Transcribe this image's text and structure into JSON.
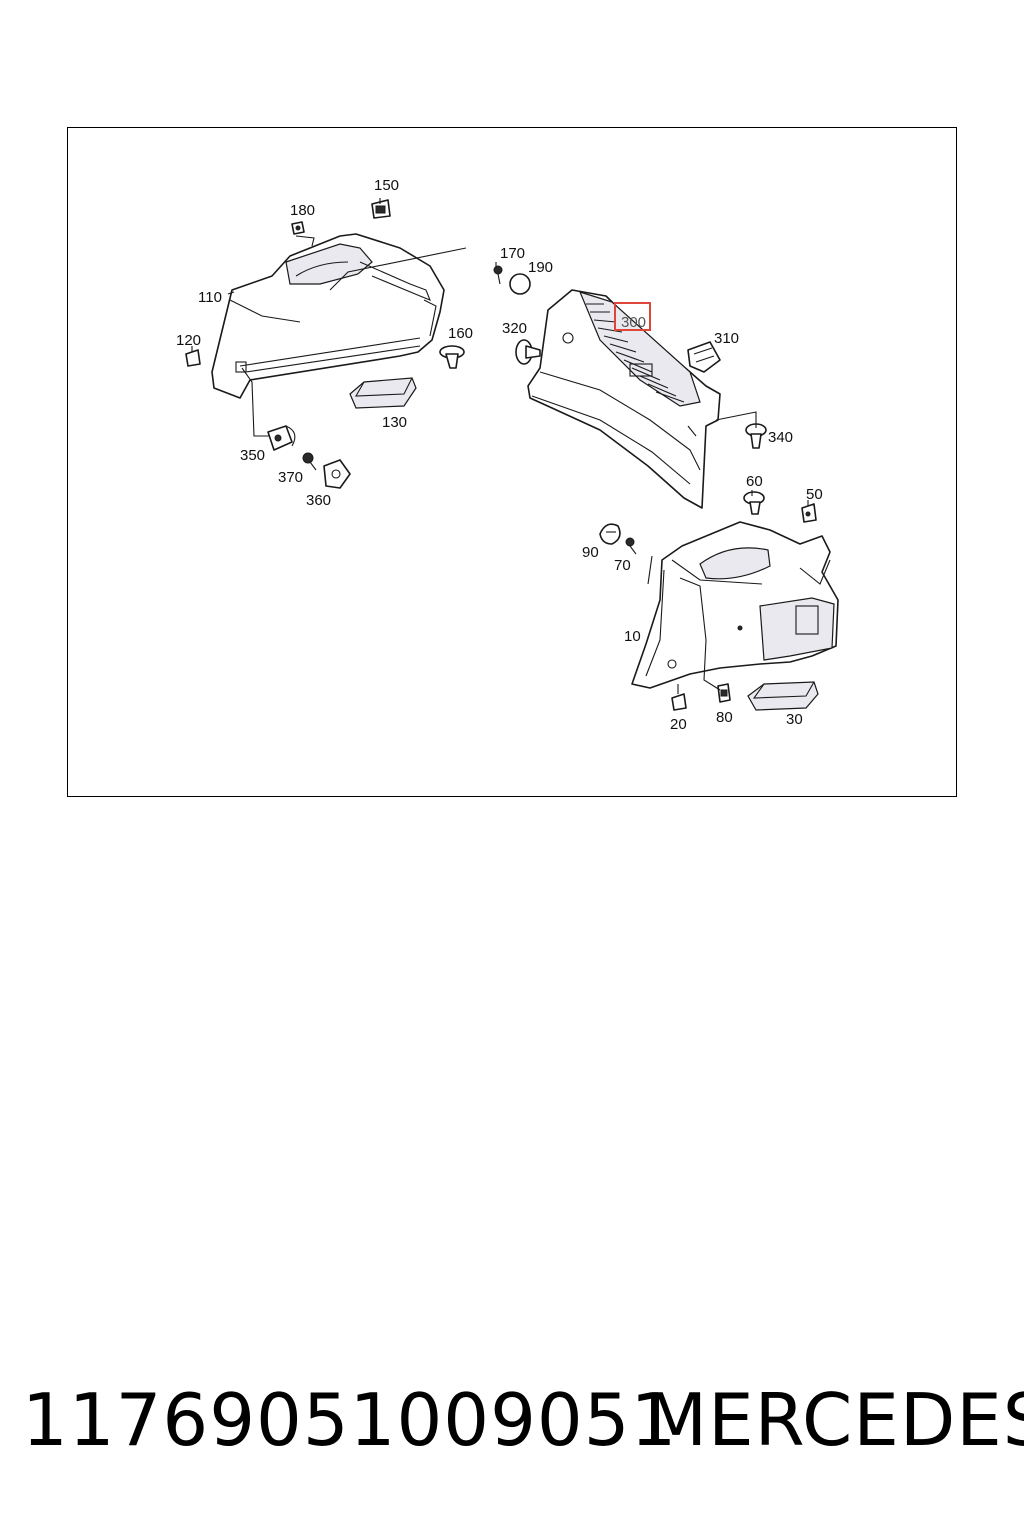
{
  "diagram": {
    "labels": {
      "l150": "150",
      "l180": "180",
      "l170": "170",
      "l190": "190",
      "l110": "110",
      "l120": "120",
      "l160": "160",
      "l130": "130",
      "l350": "350",
      "l370": "370",
      "l360": "360",
      "l320": "320",
      "l300": "300",
      "l310": "310",
      "l340": "340",
      "l60": "60",
      "l50": "50",
      "l90": "90",
      "l70": "70",
      "l10": "10",
      "l20": "20",
      "l80": "80",
      "l30": "30"
    },
    "highlight_color": "#e0453a"
  },
  "footer": {
    "part_number": "11769051009051",
    "brand": "MERCEDES"
  }
}
